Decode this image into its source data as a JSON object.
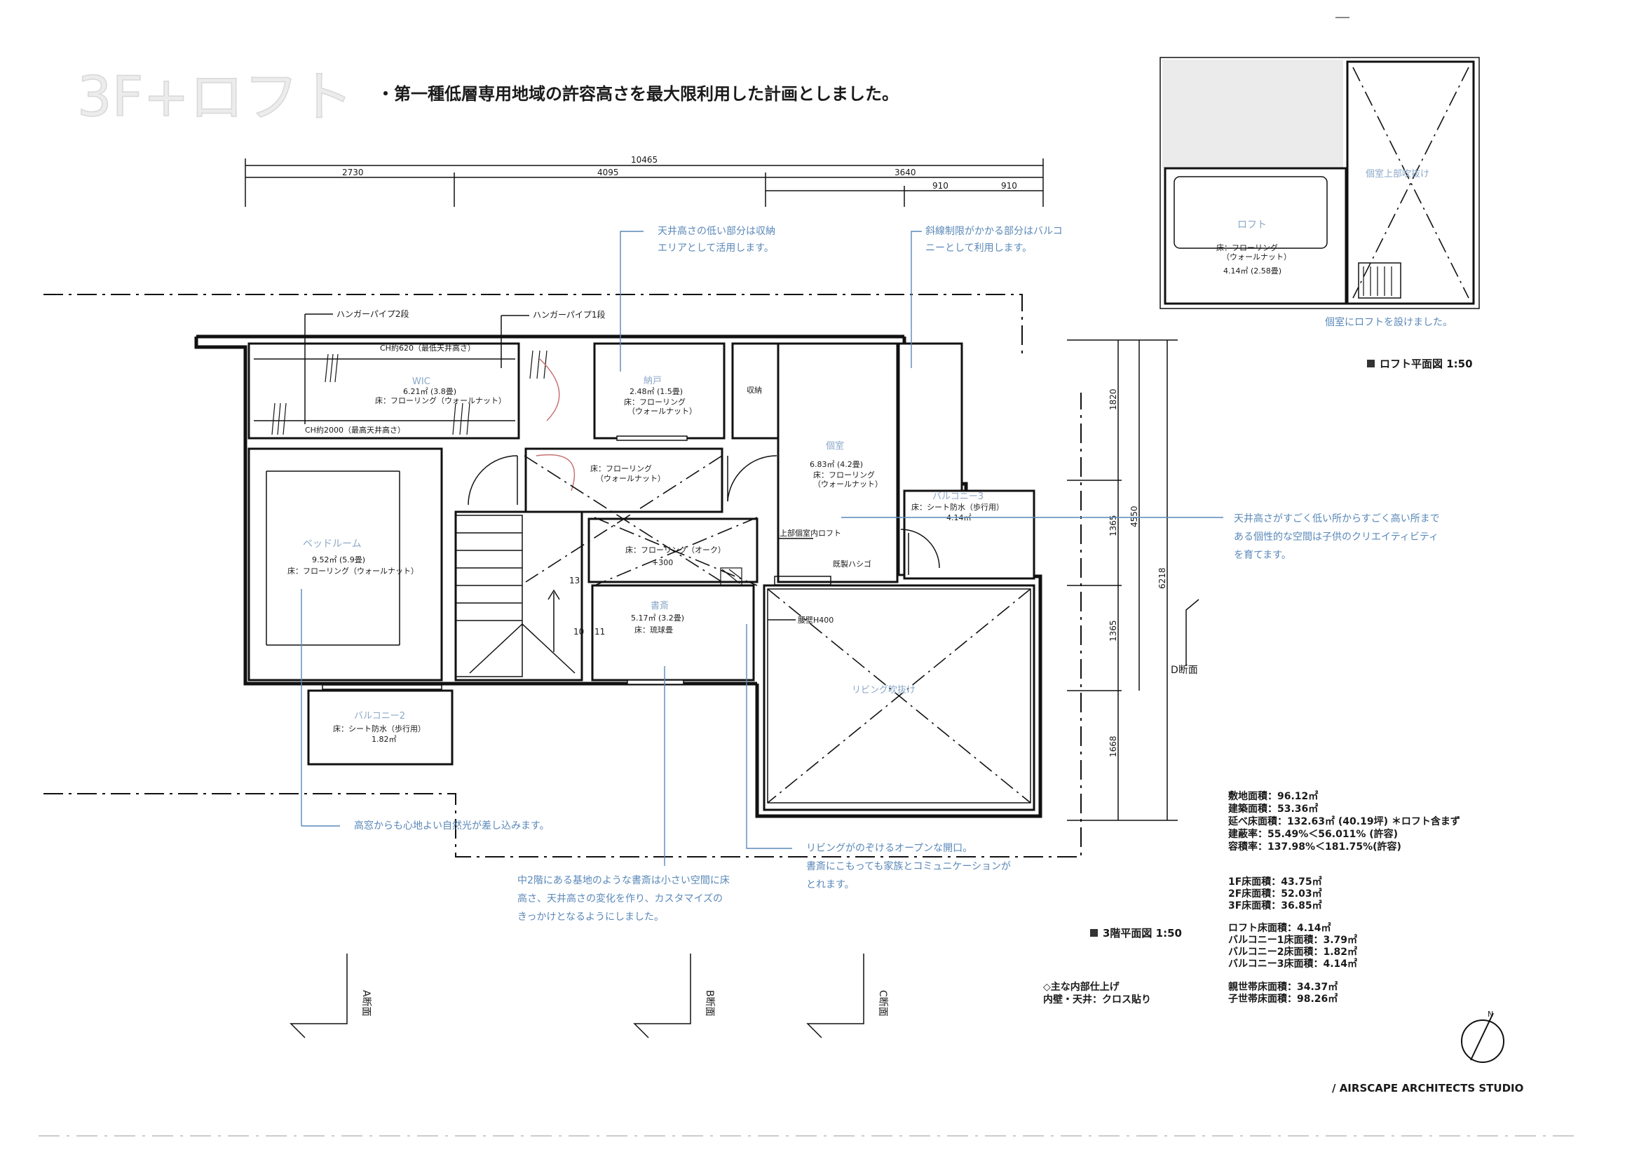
{
  "header": {
    "floor_title": "3F+ロフト",
    "concept": "・第一種低層専用地域の許容高さを最大限利用した計画としました。"
  },
  "dimensions": {
    "overall": "10465",
    "d1": "2730",
    "d2": "4095",
    "d3": "3640",
    "d4": "910",
    "d5": "910",
    "v1": "1820",
    "v2": "1365",
    "v3": "1365",
    "v4": "1668",
    "v_total1": "4550",
    "v_total2": "6218"
  },
  "rooms": {
    "wic": {
      "name": "WIC",
      "area": "6.21㎡ (3.8畳)",
      "floor": "床：フローリング（ウォールナット）"
    },
    "ch_high": "CH約620（最低天井高さ）",
    "ch_low": "CH約2000（最高天井高さ）",
    "hanger2": "ハンガーパイプ2段",
    "hanger1": "ハンガーパイプ1段",
    "storage": {
      "name": "納戸",
      "area": "2.48㎡ (1.5畳)",
      "floor1": "床：フローリング",
      "floor2": "（ウォールナット）"
    },
    "shuno": "収納",
    "kodomo": {
      "name": "個室",
      "area": "6.83㎡ (4.2畳)",
      "floor1": "床：フローリング",
      "floor2": "（ウォールナット）"
    },
    "hall": {
      "floor1": "床：フローリング",
      "floor2": "（ウォールナット）"
    },
    "bedroom": {
      "name": "ベッドルーム",
      "area": "9.52㎡ (5.9畳)",
      "floor": "床：フローリング（ウォールナット）"
    },
    "oak": {
      "floor": "床：フローリング（オーク）",
      "level": "+300"
    },
    "study": {
      "name": "書斎",
      "area": "5.17㎡ (3.2畳)",
      "floor": "床：琉球畳"
    },
    "balcony3": {
      "name": "バルコニー3",
      "floor": "床：シート防水（歩行用）",
      "area": "4.14㎡"
    },
    "balcony2": {
      "name": "バルコニー2",
      "floor": "床：シート防水（歩行用）",
      "area": "1.82㎡"
    },
    "upper_loft": "上部個室内ロフト",
    "ladder": "既製ハシゴ",
    "wall_h": "腰壁H400",
    "living": "リビング吹抜け",
    "stair_13": "13",
    "stair_10": "10",
    "stair_11": "11"
  },
  "notes": {
    "n1a": "天井高さの低い部分は収納",
    "n1b": "エリアとして活用します。",
    "n2a": "斜線制限がかかる部分はバルコ",
    "n2b": "ニーとして利用します。",
    "n3a": "天井高さがすごく低い所からすごく高い所まで",
    "n3b": "ある個性的な空間は子供のクリエイティビティ",
    "n3c": "を育てます。",
    "n4": "高窓からも心地よい自然光が差し込みます。",
    "n5a": "リビングがのぞけるオープンな開口。",
    "n5b": "書斎にこもっても家族とコミュニケーションが",
    "n5c": "とれます。",
    "n6a": "中2階にある基地のような書斎は小さい空間に床",
    "n6b": "高さ、天井高さの変化を作り、カスタマイズの",
    "n6c": "きっかけとなるようにしました。"
  },
  "loft_plan": {
    "name": "ロフト",
    "floor1": "床：フローリング",
    "floor2": "（ウォールナット）",
    "area": "4.14㎡ (2.58畳)",
    "void": "個室上部吹抜け",
    "caption": "個室にロフトを設けました。",
    "title": "ロフト平面図 1:50"
  },
  "plan_title": "3階平面図 1:50",
  "sections": {
    "a": "A断面",
    "b": "B断面",
    "c": "C断面",
    "d": "D断面"
  },
  "areas": [
    "敷地面積：96.12㎡",
    "建築面積：53.36㎡",
    "延べ床面積：132.63㎡ (40.19坪) ＊ロフト含まず",
    "建蔽率：55.49%＜56.011% (許容)",
    "容積率：137.98%＜181.75%(許容)"
  ],
  "floor_areas": [
    "1F床面積：43.75㎡",
    "2F床面積：52.03㎡",
    "3F床面積：36.85㎡"
  ],
  "other_areas": [
    "ロフト床面積：4.14㎡",
    "バルコニー1床面積：3.79㎡",
    "バルコニー2床面積：1.82㎡",
    "バルコニー3床面積：4.14㎡"
  ],
  "household": [
    "親世帯床面積：34.37㎡",
    "子世帯床面積：98.26㎡"
  ],
  "finish": {
    "title": "◇主な内部仕上げ",
    "value": "内壁・天井：クロス貼り"
  },
  "north": "N",
  "studio": "/ AIRSCAPE ARCHITECTS STUDIO"
}
